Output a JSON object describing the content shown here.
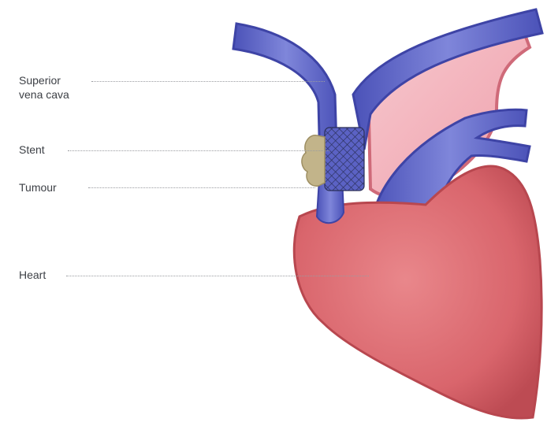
{
  "labels": {
    "superior_vena_cava_line1": "Superior",
    "superior_vena_cava_line2": "vena cava",
    "stent": "Stent",
    "tumour": "Tumour",
    "heart": "Heart"
  },
  "colors": {
    "heart_fill": "#d9656c",
    "heart_edge": "#b8474f",
    "heart_highlight": "#ec8f92",
    "vessel_blue": "#5b62c4",
    "vessel_blue_dark": "#3e44a6",
    "aorta_pink": "#f3b4bd",
    "aorta_edge": "#d46a78",
    "tumour_fill": "#c2b48a",
    "stent_mesh": "#2a2f58",
    "label_text": "#3d4046",
    "leader_line": "#9a9ca0"
  }
}
